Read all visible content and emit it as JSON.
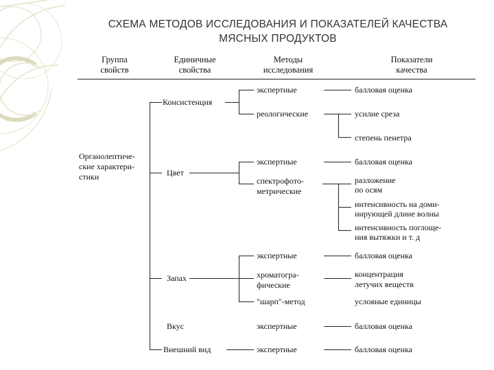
{
  "title": {
    "line1": "СХЕМА МЕТОДОВ ИССЛЕДОВАНИЯ И ПОКАЗАТЕЛЕЙ КАЧЕСТВА",
    "line2": "МЯСНЫХ ПРОДУКТОВ"
  },
  "headers": {
    "group": [
      "Группа",
      "свойств"
    ],
    "single": [
      "Единичные",
      "свойства"
    ],
    "methods": [
      "Методы",
      "исследования"
    ],
    "indicators": [
      "Показатели",
      "качества"
    ]
  },
  "group": [
    "Органолептиче-",
    "ские характери-",
    "стики"
  ],
  "properties": {
    "consistency": "Консистенция",
    "color": "Цвет",
    "smell": "Запах",
    "taste": "Вкус",
    "appearance": "Внешний вид"
  },
  "methods": {
    "consistency_expert": "экспертные",
    "rheological": "реологические",
    "color_expert": "экспертные",
    "spectro": [
      "спектрофото-",
      "метрические"
    ],
    "smell_expert": "экспертные",
    "chromato": [
      "хроматогра-",
      "фические"
    ],
    "sharp": "\"шарп\"-метод",
    "taste_expert": "экспертные",
    "appearance_expert": "экспертные"
  },
  "indicators": {
    "consistency_score": "балловая оценка",
    "shear_force": "усилие среза",
    "penetration": "степень пенетра",
    "color_score": "балловая оценка",
    "decomposition": [
      "разложение",
      "по осям"
    ],
    "intensity_dominant": [
      "интенсивность на доми-",
      "нирующей длине волны"
    ],
    "intensity_absorption": [
      "интенсивность  поглоще-",
      "ния вытяжки и т. д"
    ],
    "smell_score": "балловая оценка",
    "volatile": [
      "концентрация",
      "летучих веществ"
    ],
    "units": "условные единицы",
    "taste_score": "балловая оценка",
    "appearance_score": "балловая оценка"
  },
  "colors": {
    "title": "#333333",
    "lines": "#222222",
    "decoration": "#e8e5cf"
  }
}
